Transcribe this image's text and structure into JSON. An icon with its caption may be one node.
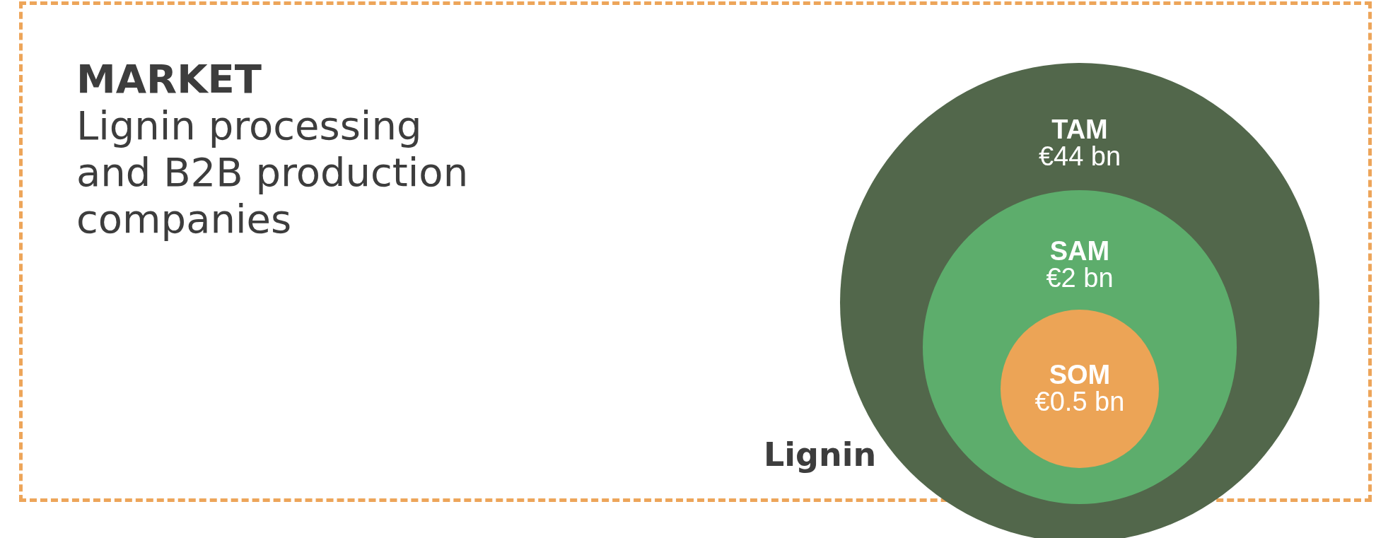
{
  "diagram": {
    "nodes": [
      {
        "text": [
          "MARKET",
          "Lignin processing and B2B production companies"
        ]
      },
      {
        "text": [
          "TAM",
          "€44 bn"
        ]
      },
      {
        "text": [
          "SAM",
          "€2 bn"
        ],
        "in": 1
      },
      {
        "text": [
          "SOM",
          "€0.5 bn"
        ],
        "in": 2
      }
    ],
    "labels": [
      "Lignin"
    ]
  }
}
